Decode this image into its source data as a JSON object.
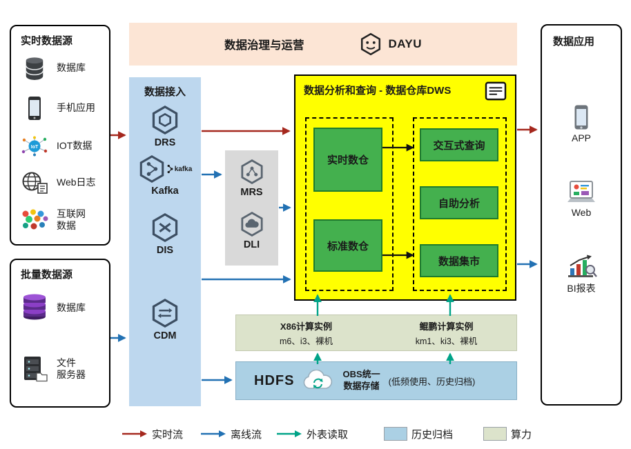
{
  "colors": {
    "realtime_flow": "#a5281e",
    "offline_flow": "#2271b3",
    "external_read": "#00a388",
    "archive_fill": "#abd0e4",
    "compute_fill": "#dce3cb",
    "governance_fill": "#fce5d5",
    "ingestion_fill": "#bdd7ee",
    "warehouse_fill": "#ffff00",
    "module_green": "#44b04e",
    "module_green_border": "#1e7a2d",
    "processing_gray": "#d9d9d9"
  },
  "realtime_sources": {
    "title": "实时数据源",
    "items": [
      {
        "label": "数据库",
        "icon": "database-icon"
      },
      {
        "label": "手机应用",
        "icon": "mobile-app-icon"
      },
      {
        "label": "IOT数据",
        "icon": "iot-icon",
        "icon_text": "IoT"
      },
      {
        "label": "Web日志",
        "icon": "web-log-icon"
      },
      {
        "label": "互联网\n数据",
        "icon": "internet-data-icon"
      }
    ]
  },
  "batch_sources": {
    "title": "批量数据源",
    "items": [
      {
        "label": "数据库",
        "icon": "purple-database-icon"
      },
      {
        "label": "文件\n服务器",
        "icon": "file-server-icon"
      }
    ]
  },
  "governance": {
    "title": "数据治理与运营",
    "product": "DAYU"
  },
  "ingestion": {
    "title": "数据接入",
    "kafka_wordmark": "kafka",
    "services": [
      {
        "label": "DRS"
      },
      {
        "label": "Kafka"
      },
      {
        "label": "DIS"
      },
      {
        "label": "CDM"
      }
    ]
  },
  "processing": {
    "services": [
      {
        "label": "MRS"
      },
      {
        "label": "DLI"
      }
    ]
  },
  "warehouse": {
    "title": "数据分析和查询 - 数据仓库DWS",
    "left_modules": [
      {
        "label": "实时数仓"
      },
      {
        "label": "标准数仓"
      }
    ],
    "right_modules": [
      {
        "label": "交互式查询"
      },
      {
        "label": "自助分析"
      },
      {
        "label": "数据集市"
      }
    ]
  },
  "compute": {
    "x86_title": "X86计算实例",
    "x86_detail": "m6、i3、裸机",
    "kunpeng_title": "鲲鹏计算实例",
    "kunpeng_detail": "km1、ki3、裸机"
  },
  "storage": {
    "hdfs": "HDFS",
    "obs": "OBS统一\n数据存储",
    "note": "(低频使用、历史归档)"
  },
  "applications": {
    "title": "数据应用",
    "items": [
      {
        "label": "APP",
        "icon": "app-icon"
      },
      {
        "label": "Web",
        "icon": "web-browser-icon"
      },
      {
        "label": "BI报表",
        "icon": "bi-report-icon"
      }
    ]
  },
  "legend": {
    "realtime": "实时流",
    "offline": "离线流",
    "external": "外表读取",
    "archive": "历史归档",
    "compute_label": "算力"
  }
}
